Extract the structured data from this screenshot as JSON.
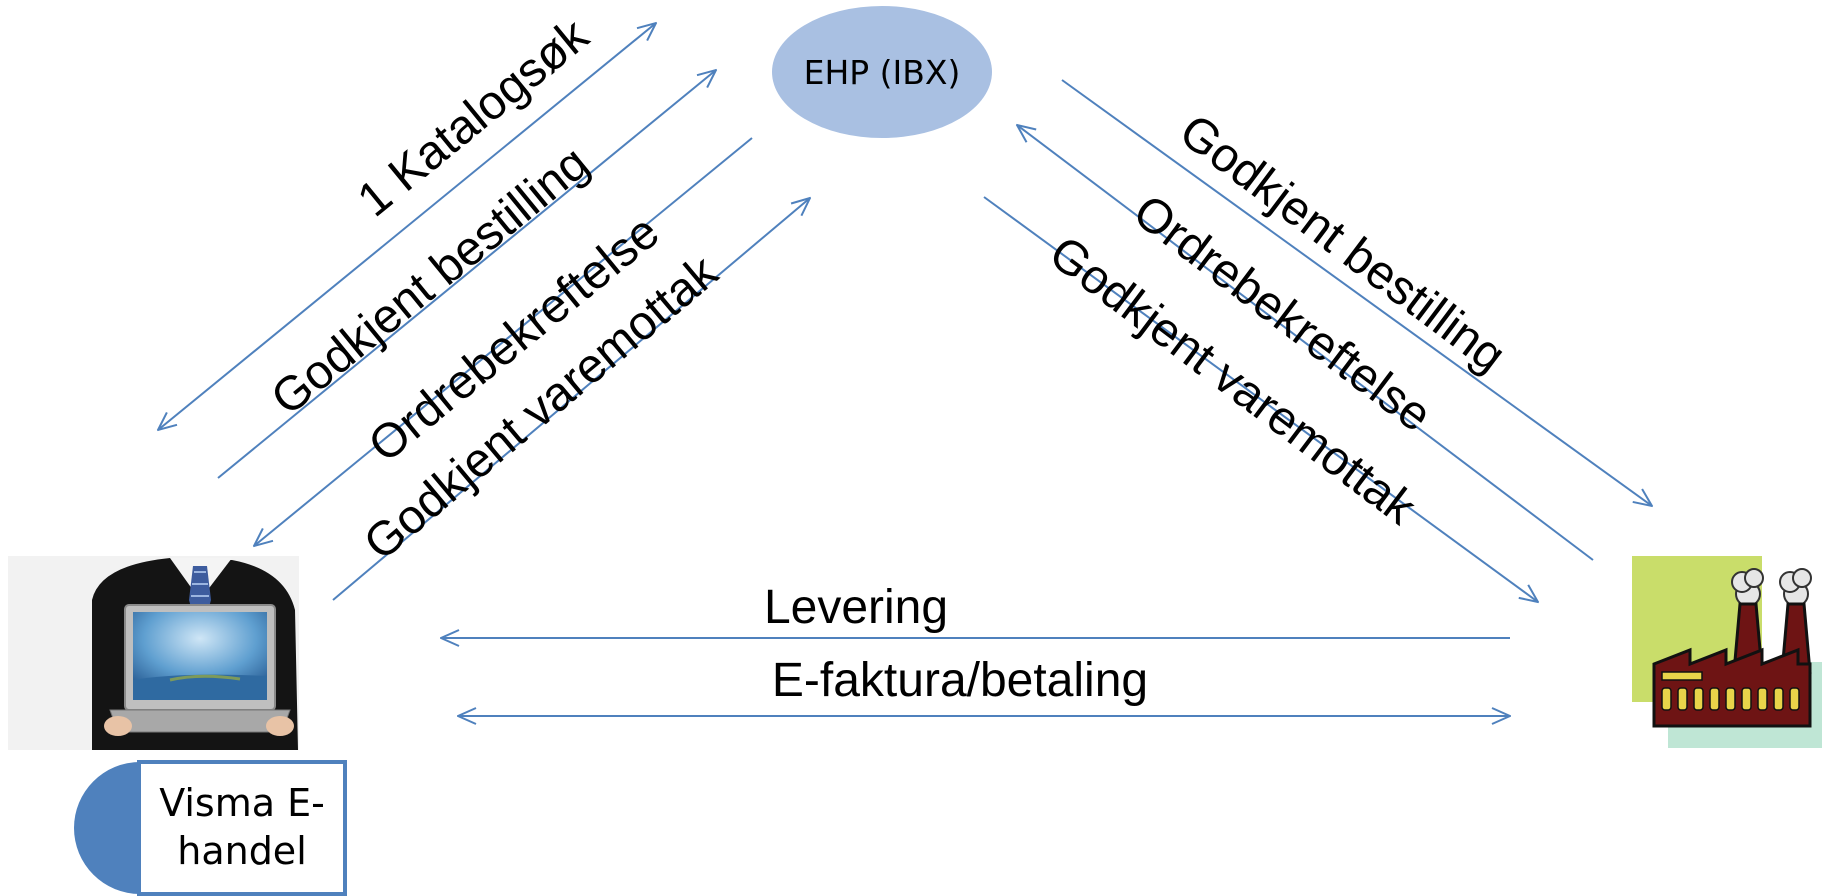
{
  "hub": {
    "label": "EHP (IBX)"
  },
  "buyer_box": {
    "label_line1": "Visma E-",
    "label_line2": "handel"
  },
  "left_flows": [
    "1 Katalogsøk",
    "Godkjent bestilling",
    "Ordrebekreftelse",
    "Godkjent varemottak"
  ],
  "right_flows": [
    "Godkjent bestilling",
    "Ordrebekreftelse",
    "Godkjent varemottak"
  ],
  "bottom_flows": [
    "Levering",
    "E-faktura/betaling"
  ],
  "colors": {
    "arrow": "#4F81BD",
    "hub_fill": "#A9C0E2",
    "box_border": "#4F81BD",
    "half_circle": "#4F81BD",
    "factory_back_green": "#C9DD6A",
    "factory_back_mint": "#BFE6D5",
    "factory_body": "#6E1414"
  }
}
